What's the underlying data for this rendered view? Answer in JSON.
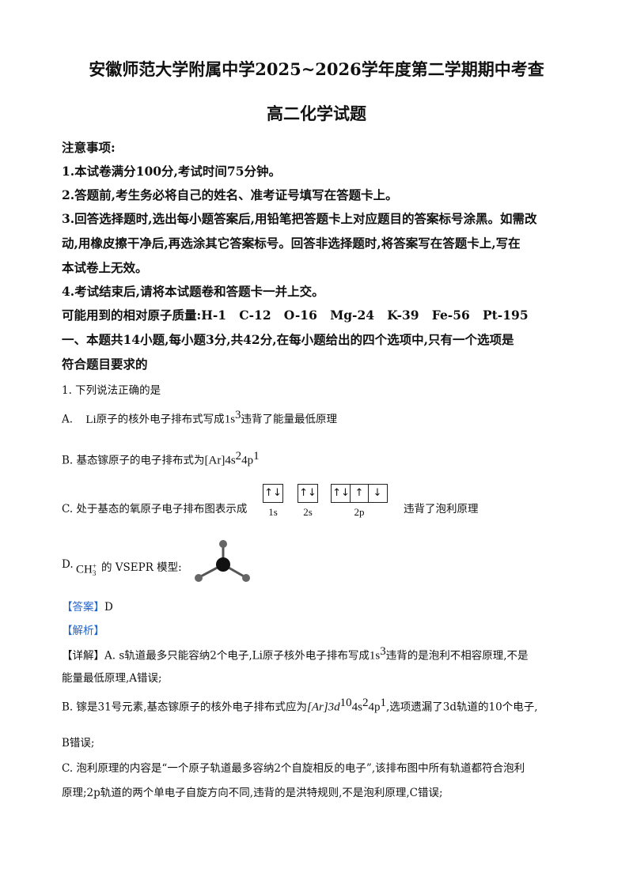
{
  "header": {
    "title": "安徽师范大学附属中学2025~2026学年度第二学期期中考查",
    "subtitle": "高二化学试题"
  },
  "notice": {
    "heading": "注意事项:",
    "item1": "1.本试卷满分100分,考试时间75分钟。",
    "item2": "2.答题前,考生务必将自己的姓名、准考证号填写在答题卡上。",
    "item3_line1": "3.回答选择题时,选出每小题答案后,用铅笔把答题卡上对应题目的答案标号涂黑。如需改",
    "item3_line2": "动,用橡皮擦干净后,再选涂其它答案标号。回答非选择题时,将答案写在答题卡上,写在",
    "item3_line3": "本试卷上无效。",
    "item4": "4.考试结束后,请将本试题卷和答题卡一并上交。",
    "atomic_mass": "可能用到的相对原子质量:H-1   C-12   O-16   Mg-24   K-39   Fe-56   Pt-195"
  },
  "section1": {
    "line1": "一、本题共14小题,每小题3分,共42分,在每小题给出的四个选项中,只有一个选项是",
    "line2": "符合题目要求的"
  },
  "question1": {
    "stem": "1. 下列说法正确的是",
    "optA_label": "A.",
    "optA_chem1": "Li",
    "optA_text1": "原子的核外电子排布式写成",
    "optA_chem2": "1s",
    "optA_sup2": "3",
    "optA_text2": "违背了能量最低原理",
    "optB_text": "B. 基态镓原子的电子排布式为",
    "optB_chem": "[Ar]4s",
    "optB_sup1": "2",
    "optB_chem2": "4p",
    "optB_sup2": "1",
    "optC_text1": "C. 处于基态的氧原子电子排布图表示成",
    "optC_1s": "↑↓",
    "optC_2s": "↑↓",
    "optC_2p1": "↑↓",
    "optC_2p2": "↑",
    "optC_2p3": "↓",
    "optC_lbl1": "1s",
    "optC_lbl2": "2s",
    "optC_lbl3": "2p",
    "optC_text2": "违背了泡利原理",
    "optD_label": "D.",
    "optD_chem": "CH",
    "optD_sub": "3",
    "optD_sup": "+",
    "optD_text": "的 VSEPR 模型:"
  },
  "answer": {
    "tag": "【答案】",
    "value": "D",
    "analysis_tag": "【解析】"
  },
  "explain": {
    "a_line1_pre": "【详解】A. s轨道最多只能容纳2个电子,Li原子核外电子排布写成",
    "a_line1_chem": "1s",
    "a_line1_sup": "3",
    "a_line1_post": "违背的是泡利不相容原理,不是",
    "a_line2": "能量最低原理,A错误;",
    "b_line1_pre": "B. 镓是31号元素,基态镓原子的核外电子排布式应为",
    "b_line1_chem": "[Ar]3d",
    "b_line1_sup1": "10",
    "b_line1_chem2": "4s",
    "b_line1_sup2": "2",
    "b_line1_chem3": "4p",
    "b_line1_sup3": "1",
    "b_line1_post": ",选项遗漏了3d轨道的10个电子,",
    "b_line2": "B错误;",
    "c_line1": "C. 泡利原理的内容是“一个原子轨道最多容纳2个自旋相反的电子”,该排布图中所有轨道都符合泡利",
    "c_line2": "原理;2p轨道的两个单电子自旋方向不同,违背的是洪特规则,不是泡利原理,C错误;"
  }
}
